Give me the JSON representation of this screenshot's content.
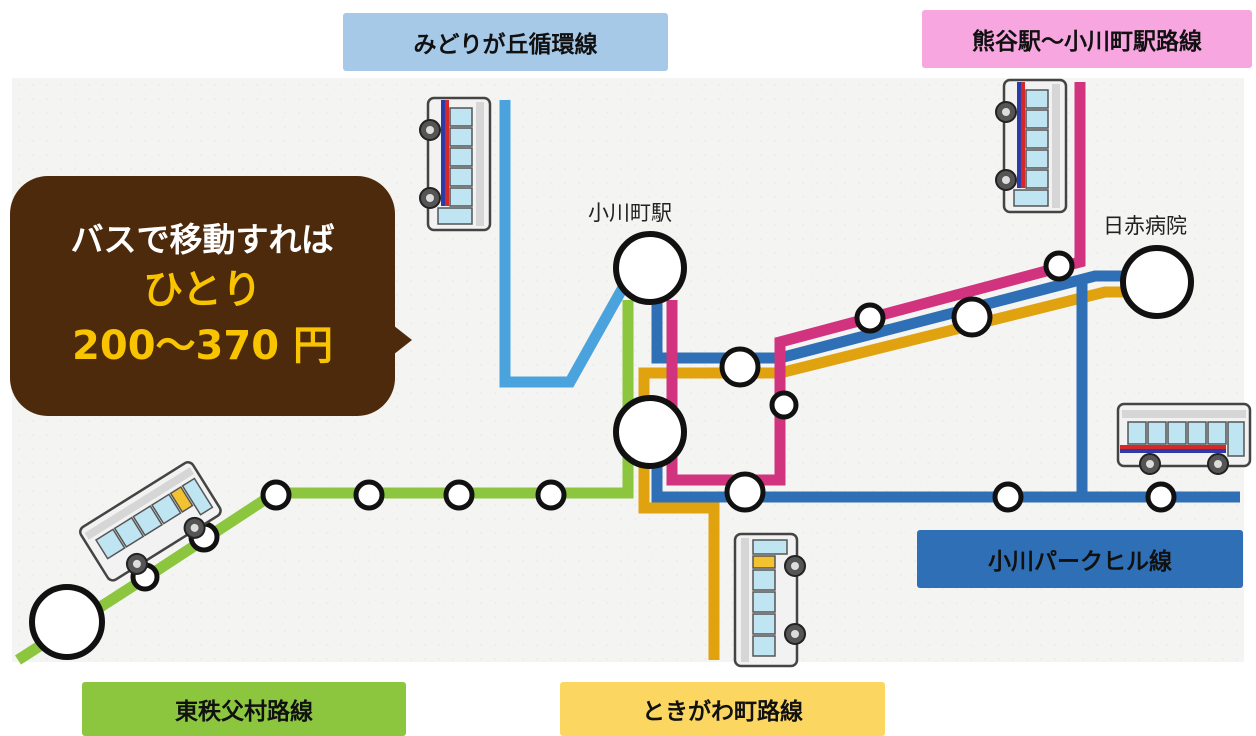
{
  "lines": {
    "midorigaoka": {
      "label": "みどりが丘循環線",
      "color": "#4aa3dd",
      "box_color": "#a7c9e8"
    },
    "kumagaya": {
      "label": "熊谷駅～小川町駅路線",
      "color": "#d1337e",
      "box_color": "#f7a6e0"
    },
    "higashichichibu": {
      "label": "東秩父村路線",
      "color": "#8cc63f",
      "box_color": "#8cc63f"
    },
    "tokigawa": {
      "label": "ときがわ町路線",
      "color": "#e0a20e",
      "box_color": "#fbd660"
    },
    "parkhill": {
      "label": "小川パークヒル線",
      "color": "#2f6fb5",
      "box_color": "#2f6fb5"
    }
  },
  "stations": {
    "ogawamachi": "小川町駅",
    "nisseki": "日赤病院"
  },
  "bubble": {
    "line1": "バスで移動すれば",
    "line2": "ひとり",
    "line3": "200～370 円"
  },
  "icons": {
    "bus": "bus-icon",
    "station": "station-circle-icon"
  }
}
